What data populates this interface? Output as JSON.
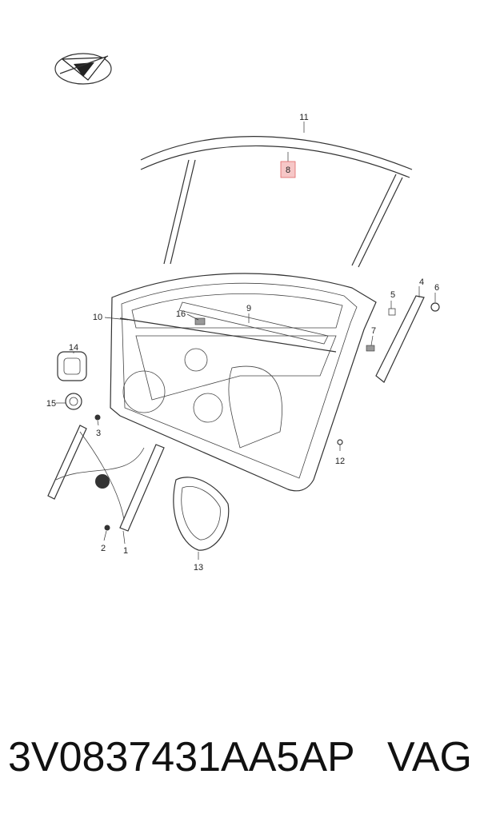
{
  "diagram": {
    "callouts": [
      "11",
      "8",
      "4",
      "6",
      "5",
      "9",
      "10",
      "16",
      "7",
      "14",
      "15",
      "3",
      "12",
      "2",
      "1",
      "13"
    ],
    "highlighted_callout": "8",
    "compass_icon": "direction-arrow-icon"
  },
  "caption": {
    "part_number": "3V0837431AA5AP",
    "brand": "VAG"
  },
  "colors": {
    "highlight_fill": "#f6c7c7",
    "highlight_stroke": "#e06666",
    "line": "#333333"
  }
}
